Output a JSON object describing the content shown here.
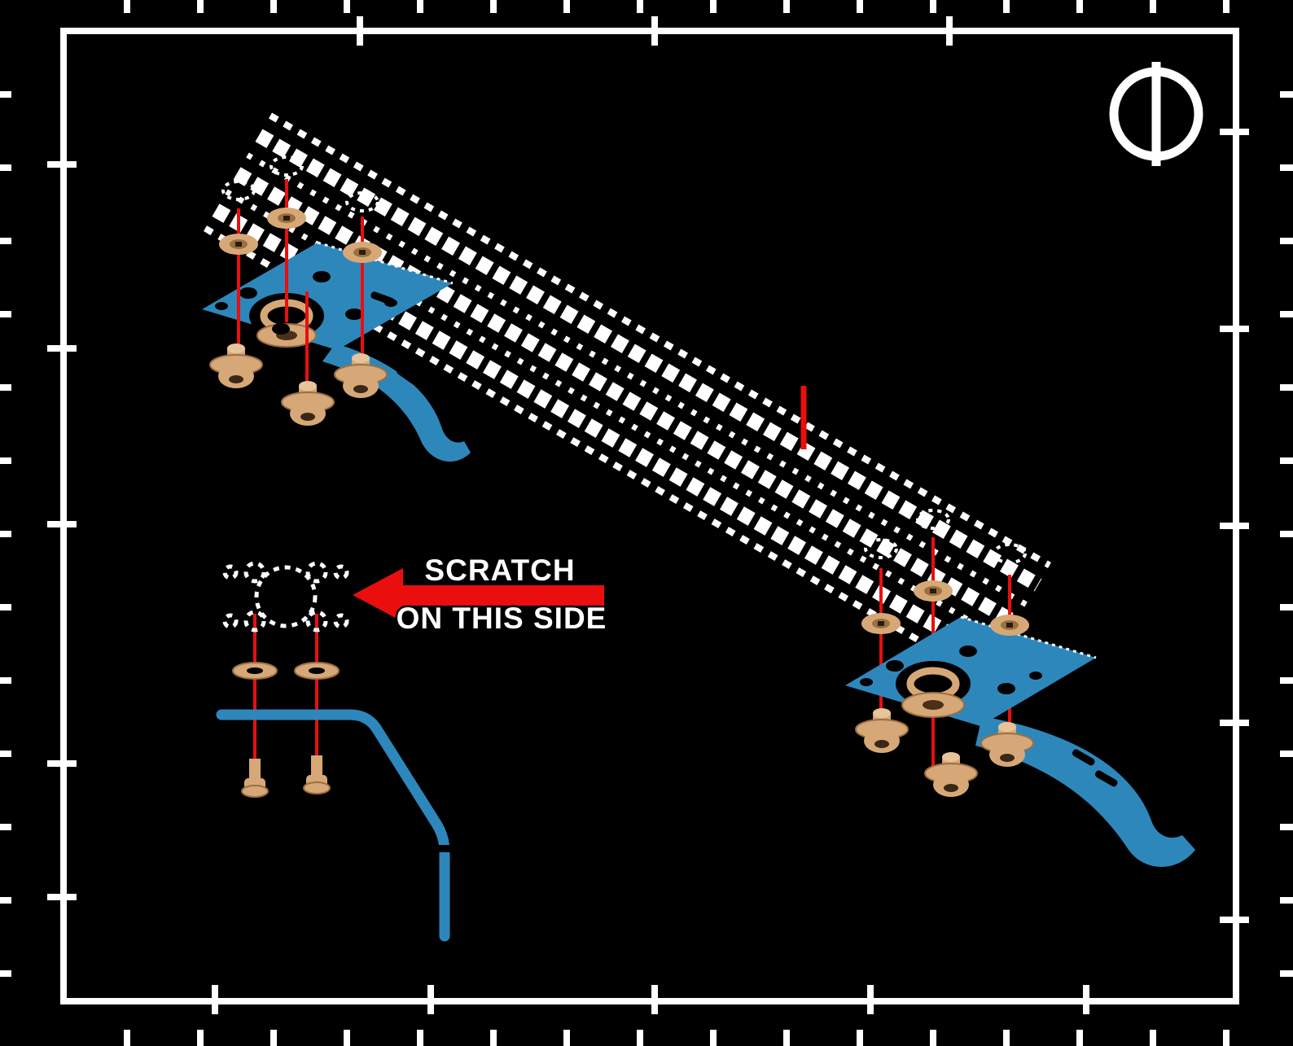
{
  "figure": {
    "kind": "assembly-instruction-diagram",
    "annotation": {
      "line1": "SCRATCH",
      "line2": "ON THIS SIDE"
    }
  },
  "colors": {
    "background": "#000000",
    "linework": "#ffffff",
    "bracket_blue": "#2e87bb",
    "hardware_tan": "#d7a877",
    "accent_red": "#ea0e0e"
  },
  "icons": {
    "orientation_symbol": "circle-vertical-bar-icon",
    "callout_arrow": "left-arrow-icon"
  }
}
